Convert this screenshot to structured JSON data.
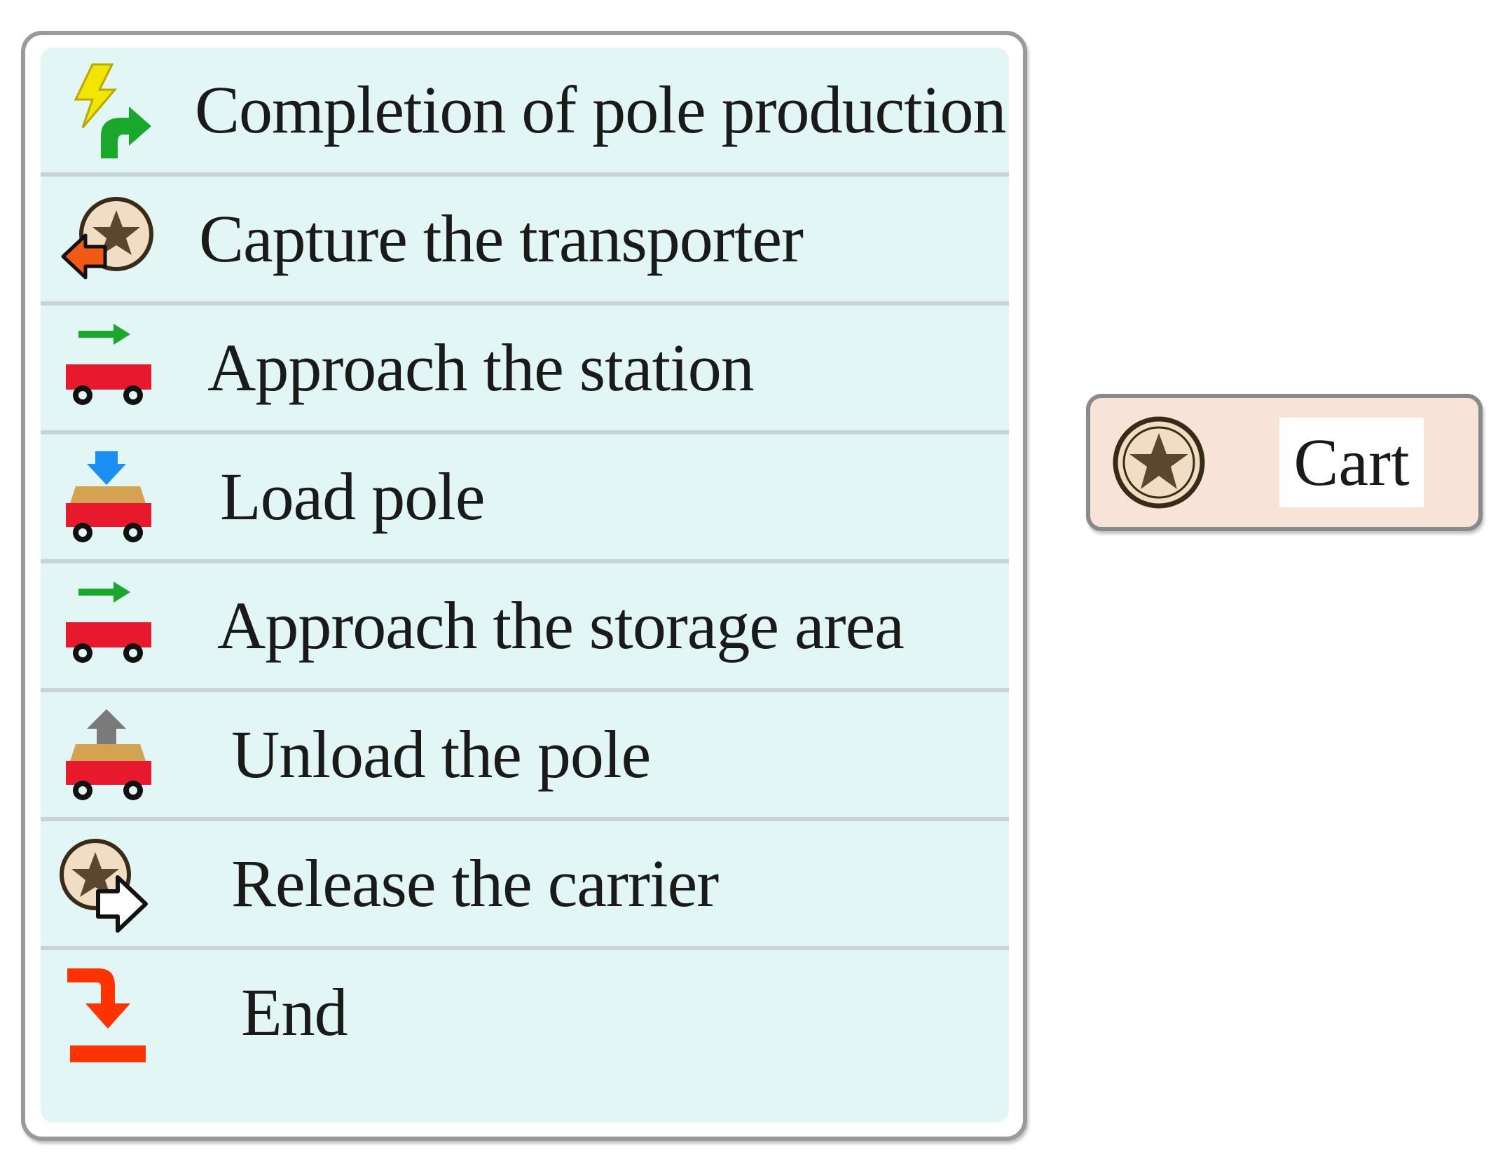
{
  "process": {
    "steps": [
      {
        "label": "Completion of pole production",
        "icon": "lightning-arrow-icon"
      },
      {
        "label": "Capture the transporter",
        "icon": "seize-resource-icon"
      },
      {
        "label": "Approach the station",
        "icon": "cart-move-icon"
      },
      {
        "label": "Load pole",
        "icon": "cart-load-icon"
      },
      {
        "label": "Approach the storage area",
        "icon": "cart-move-icon"
      },
      {
        "label": "Unload the pole",
        "icon": "cart-unload-icon"
      },
      {
        "label": "Release the carrier",
        "icon": "release-resource-icon"
      },
      {
        "label": "End",
        "icon": "sink-end-icon"
      }
    ]
  },
  "resource": {
    "label": "Cart",
    "icon": "star-badge-icon"
  },
  "colors": {
    "block_fill": "#e2f6f6",
    "resource_fill": "#f7e3d8",
    "cart_red": "#e8192c",
    "arrow_green": "#1aa82a",
    "end_red": "#ff3300"
  }
}
